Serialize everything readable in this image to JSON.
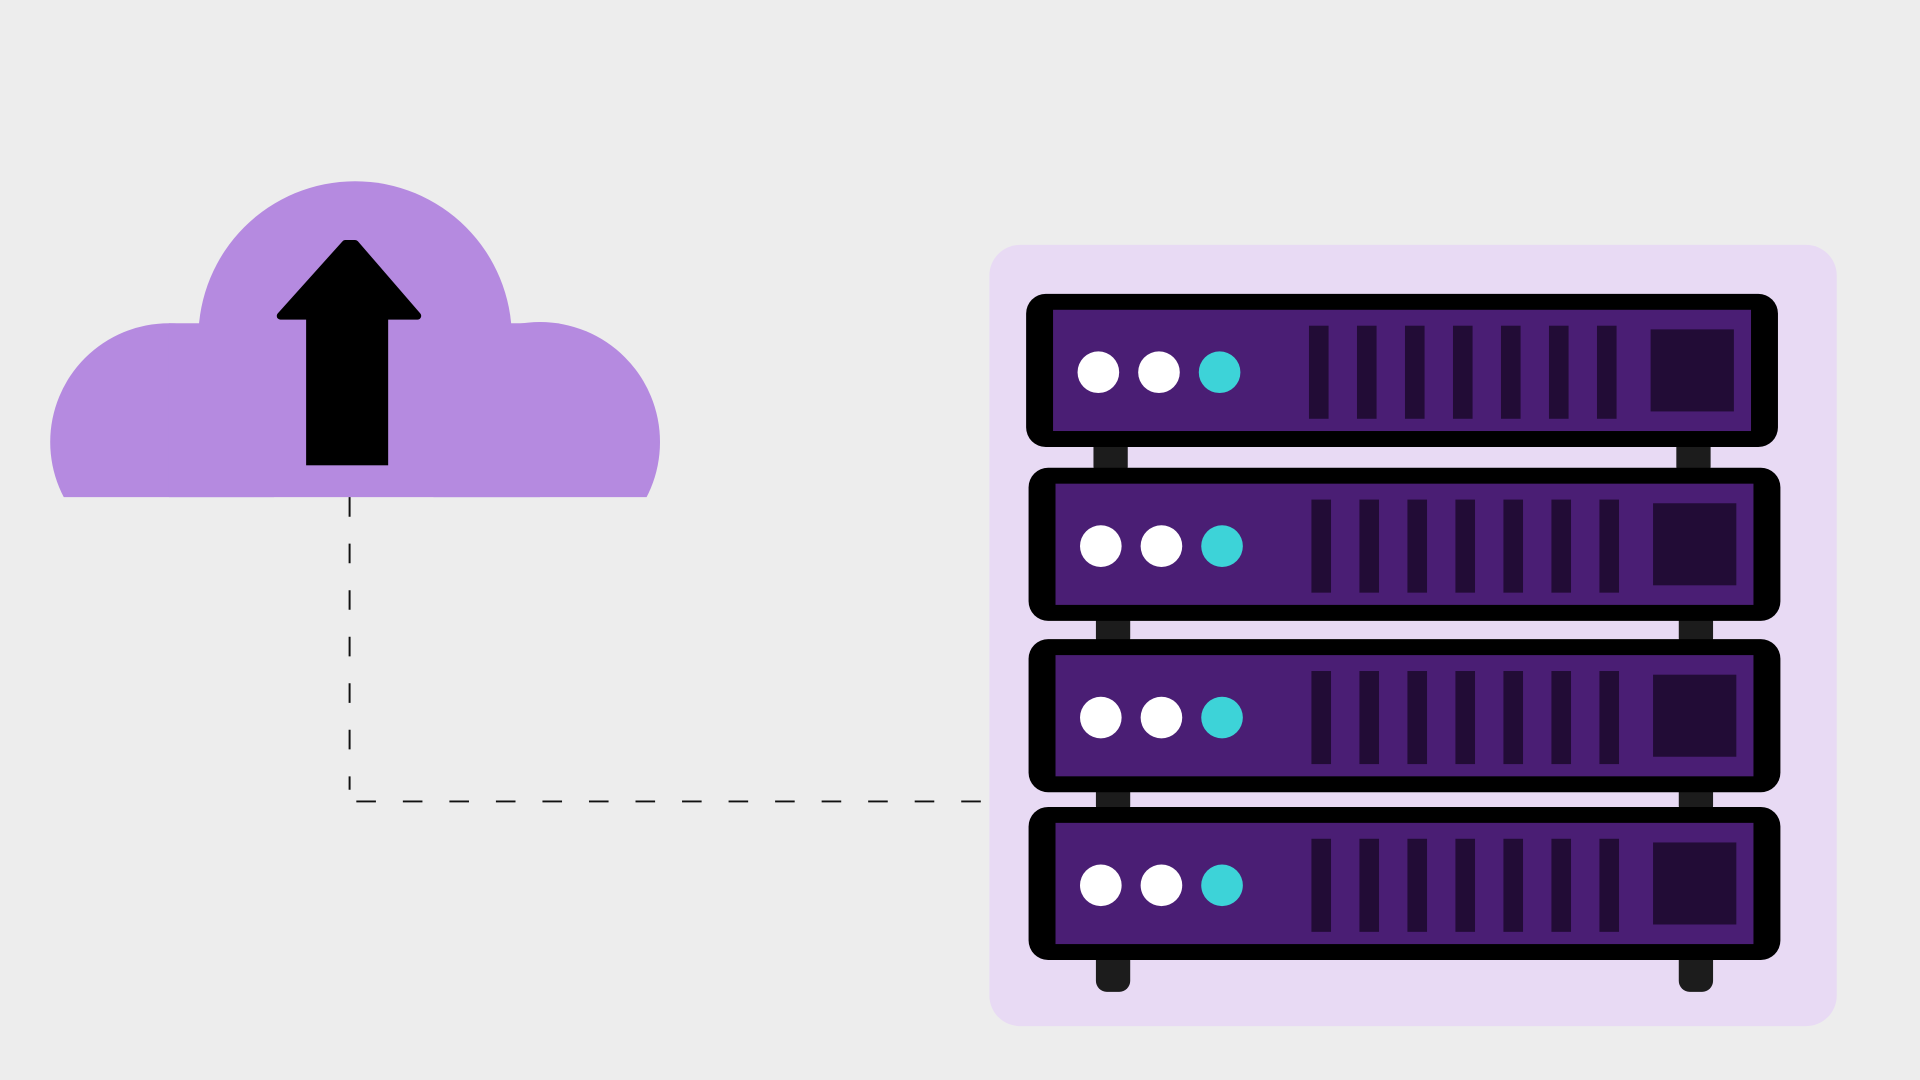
{
  "colors": {
    "background": "#ededed",
    "cloud": "#b58ae0",
    "arrow": "#000000",
    "panel": "#e8daf4",
    "server_frame": "#000000",
    "server_face": "#4a1e74",
    "server_slot": "#220c36",
    "led_white": "#ffffff",
    "led_active": "#3dd3d8",
    "leg": "#1c1c1c"
  },
  "server_rack": {
    "unit_count": 4,
    "leds_per_unit": [
      "white",
      "white",
      "active"
    ],
    "slots_per_unit": 7
  }
}
